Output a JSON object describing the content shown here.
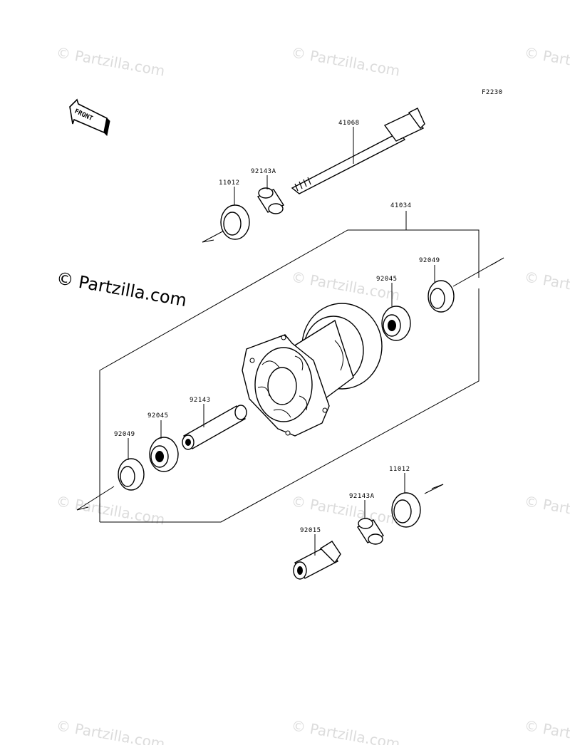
{
  "diagram_code": "F2230",
  "front_label": "FRONT",
  "credit": "© Partzilla.com",
  "watermark": "© Partzilla.com",
  "parts": {
    "axle": "41068",
    "hub": "41034",
    "seal_top": "11012",
    "spacer_top": "92143A",
    "bearing_right": "92045",
    "seal_right": "92049",
    "spacer_tube": "92143",
    "bearing_left": "92045",
    "seal_left": "92049",
    "seal_bottom": "11012",
    "spacer_bottom": "92143A",
    "collar": "92015"
  },
  "colors": {
    "line": "#000000",
    "watermark": "#dcdcdc"
  }
}
